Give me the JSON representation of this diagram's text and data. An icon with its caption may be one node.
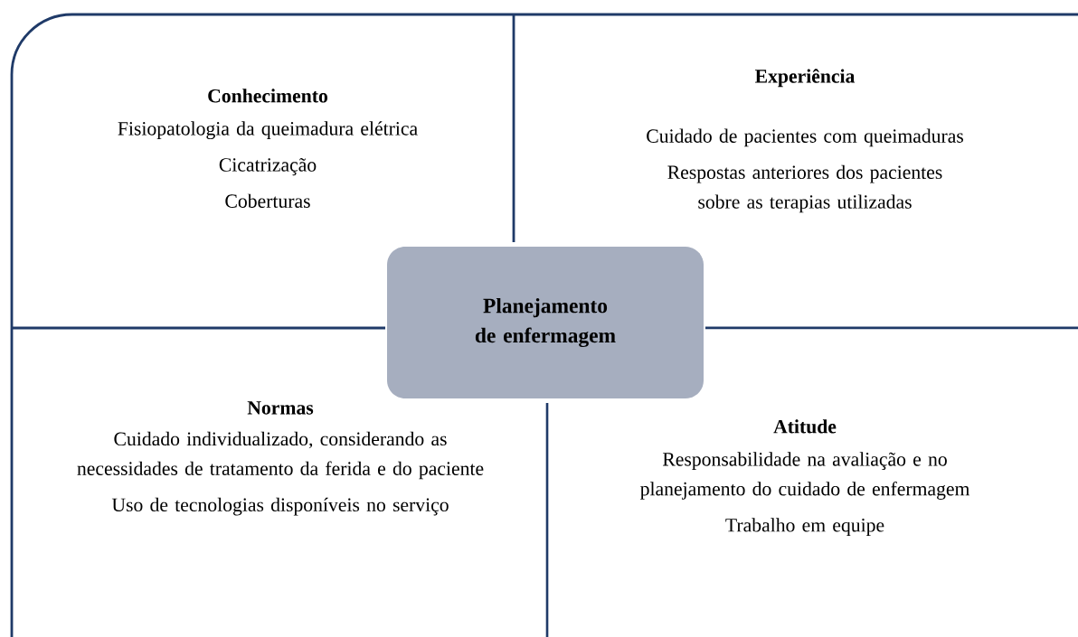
{
  "diagram": {
    "nodes": [
      {
        "text": [
          "Conhecimento",
          "Fisiopatologia da queimadura elétrica",
          "Cicatrização",
          "Coberturas"
        ]
      },
      {
        "text": [
          "Experiência",
          "Cuidado de pacientes com queimaduras",
          "Respostas anteriores dos pacientes sobre as terapias utilizadas"
        ]
      },
      {
        "text": [
          "Planejamento de enfermagem"
        ]
      },
      {
        "text": [
          "Normas",
          "Cuidado individualizado, considerando as necessidades de tratamento da ferida e do paciente",
          "Uso de tecnologias disponíveis no serviço"
        ]
      },
      {
        "text": [
          "Atitude",
          "Responsabilidade na avaliação e no planejamento do cuidado de enfermagem",
          "Trabalho em equipe"
        ]
      }
    ]
  }
}
